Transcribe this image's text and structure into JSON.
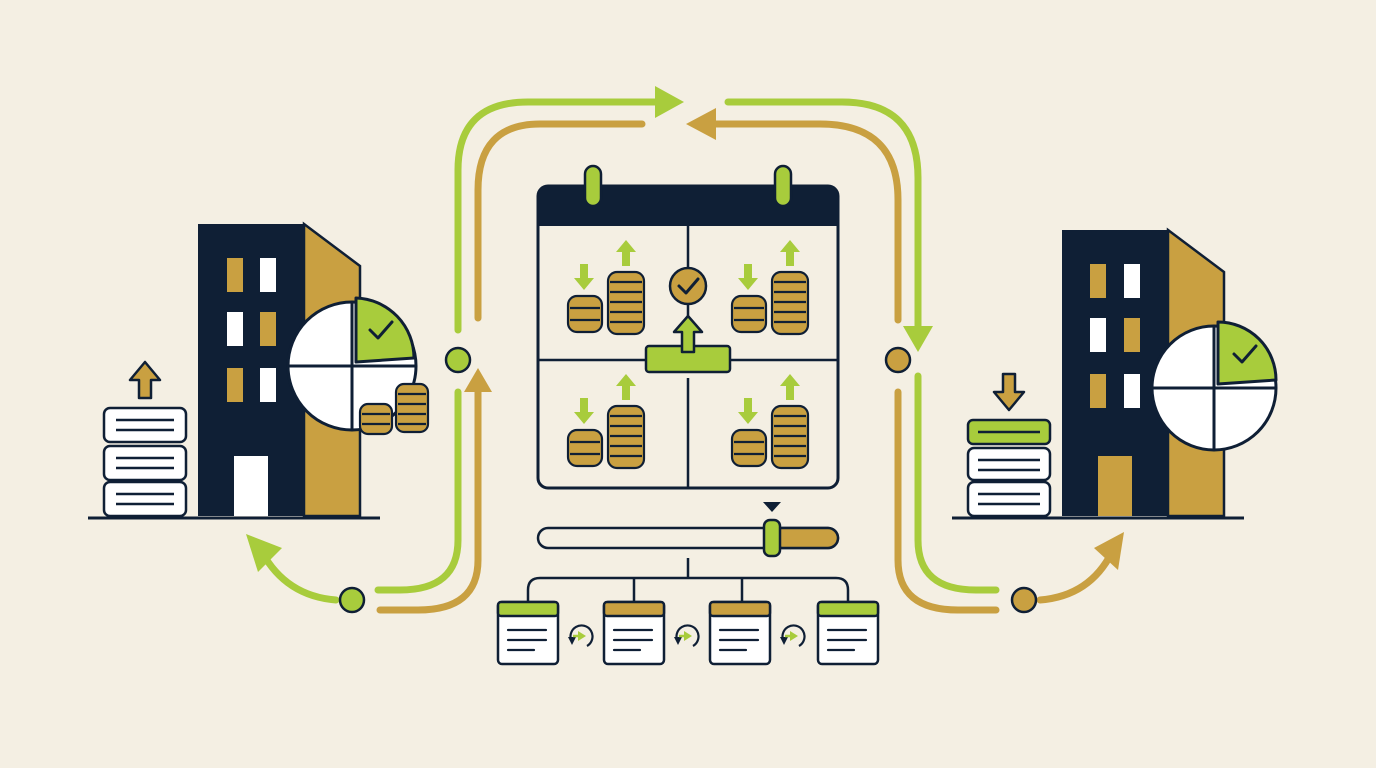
{
  "colors": {
    "background": "#f4efe3",
    "navy": "#0f1f35",
    "gold": "#c9a041",
    "lime": "#a8cc3c",
    "white": "#ffffff"
  },
  "icons": {
    "left_building": "office-building-icon",
    "right_building": "office-building-icon",
    "pie": "pie-chart-icon",
    "coins": "coin-stack-icon",
    "calendar": "calendar-icon",
    "check": "checkmark-icon",
    "slider": "timeline-slider-icon",
    "documents": "document-card-icon",
    "cycle": "cycle-arrow-icon",
    "upload": "upload-arrow-icon",
    "download": "download-arrow-icon"
  },
  "calendar": {
    "quadrants": [
      {
        "id": "q1",
        "coin_flow": [
          "in",
          "out"
        ]
      },
      {
        "id": "q2",
        "coin_flow": [
          "in",
          "out"
        ]
      },
      {
        "id": "q3",
        "coin_flow": [
          "in",
          "out"
        ]
      },
      {
        "id": "q4",
        "coin_flow": [
          "in",
          "out"
        ]
      }
    ]
  },
  "slider": {
    "level": 0.78
  },
  "documents": {
    "count": 4,
    "header_colors": [
      "#a8cc3c",
      "#c9a041",
      "#c9a041",
      "#a8cc3c"
    ]
  },
  "pie": {
    "highlight_fraction": 0.25
  },
  "stacks": {
    "left": {
      "trays": 3,
      "arrow": "up"
    },
    "right": {
      "trays": 3,
      "arrow": "down",
      "top_tray_highlight": true
    }
  }
}
